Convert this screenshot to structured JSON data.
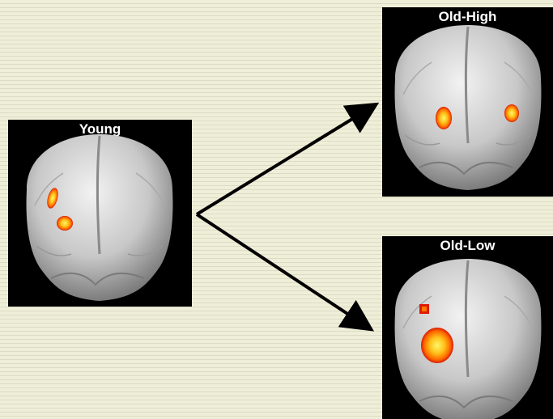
{
  "panels": {
    "young": {
      "title": "Young"
    },
    "old_high": {
      "title": "Old-High"
    },
    "old_low": {
      "title": "Old-Low"
    }
  },
  "colors": {
    "background": "#efeed8",
    "stripe": "#dcdcc4",
    "panel_bg": "#000000",
    "brain": "#c9c9c9",
    "activation_outer": "#e01a00",
    "activation_mid": "#ff8a00",
    "activation_core": "#fff25a",
    "arrow": "#000000"
  }
}
